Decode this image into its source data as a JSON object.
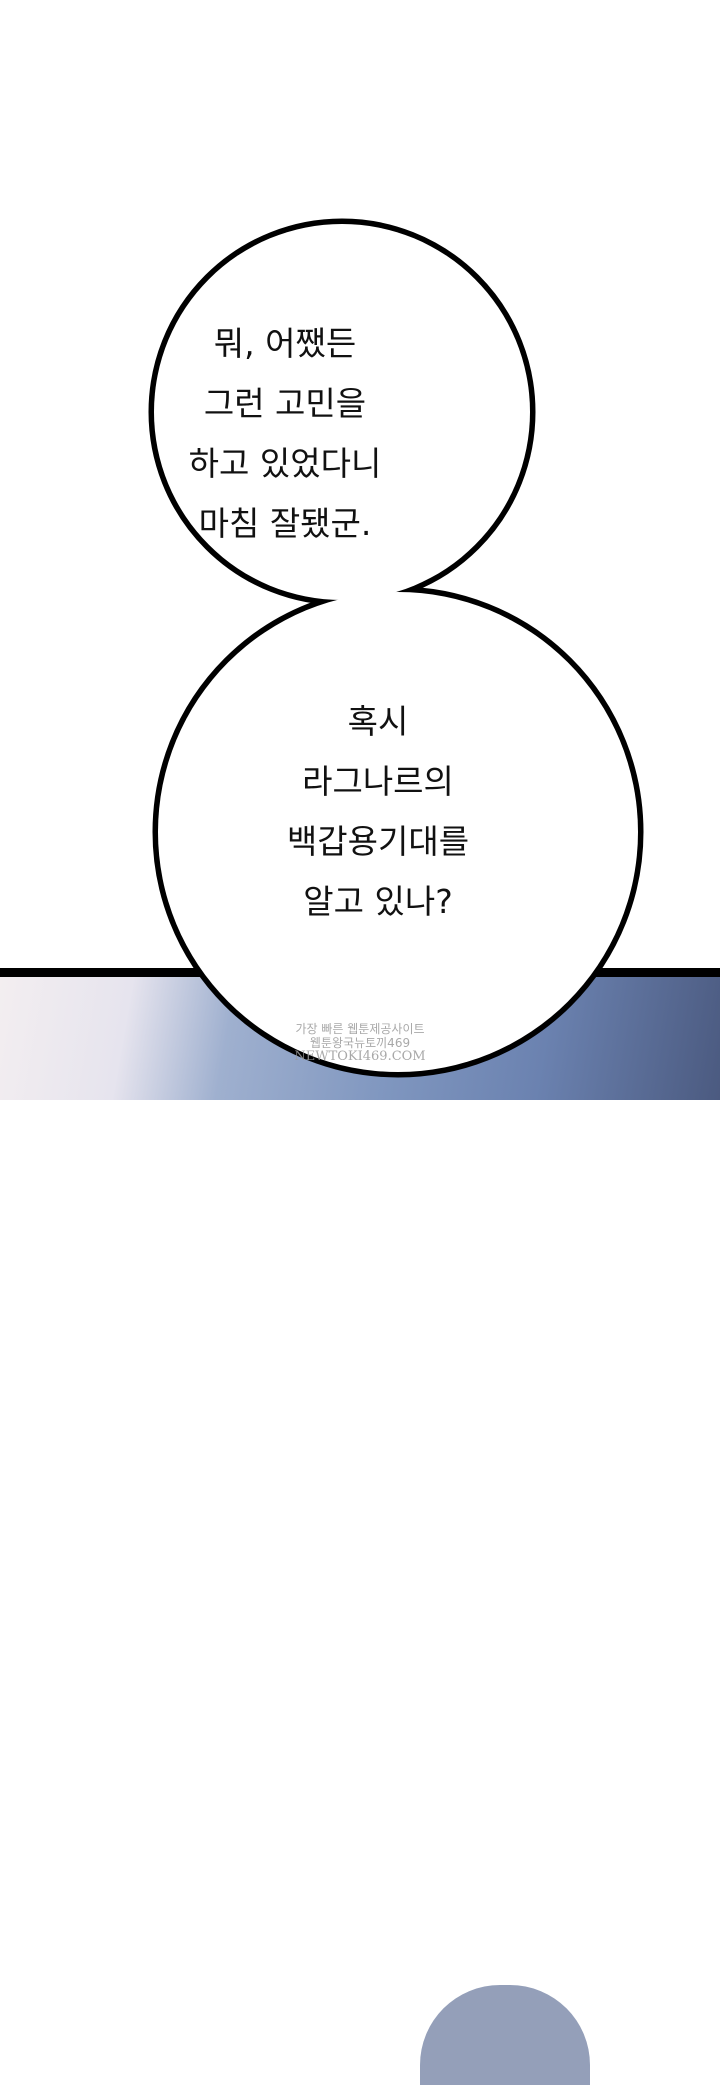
{
  "bubble_top": {
    "lines": [
      "뭐, 어쨌든",
      "그런 고민을",
      "하고 있었다니",
      "마침 잘됐군."
    ]
  },
  "bubble_bottom": {
    "lines": [
      "혹시",
      "라그나르의",
      "백갑용기대를",
      "알고 있나?"
    ]
  },
  "watermark": {
    "line1": "가장 빠른 웹툰제공사이트",
    "line2": "웹툰왕국뉴토끼469",
    "line3": "NEWTOKI469.COM"
  }
}
